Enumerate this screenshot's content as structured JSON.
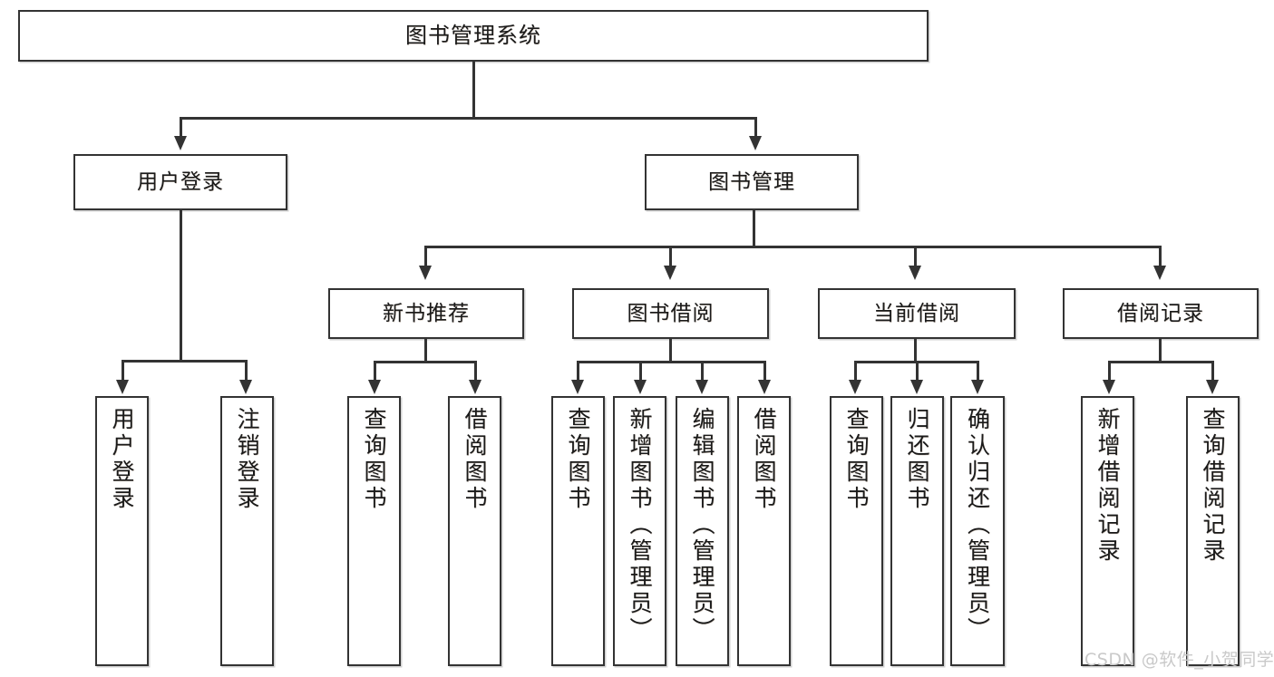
{
  "diagram": {
    "title": "图书管理系统",
    "type": "hierarchy-tree",
    "watermark": "CSDN @软件_小贺同学",
    "root": {
      "label": "图书管理系统"
    },
    "level2": [
      {
        "id": "user-login",
        "label": "用户登录"
      },
      {
        "id": "book-management",
        "label": "图书管理"
      }
    ],
    "level3": [
      {
        "id": "new-book-recommend",
        "label": "新书推荐",
        "parent": "book-management"
      },
      {
        "id": "book-borrow",
        "label": "图书借阅",
        "parent": "book-management"
      },
      {
        "id": "current-borrow",
        "label": "当前借阅",
        "parent": "book-management"
      },
      {
        "id": "borrow-record",
        "label": "借阅记录",
        "parent": "book-management"
      }
    ],
    "leaves": {
      "user_login": [
        {
          "id": "leaf-user-login",
          "label": "用户登录"
        },
        {
          "id": "leaf-logout-login",
          "label": "注销登录"
        }
      ],
      "new_book_recommend": [
        {
          "id": "leaf-query-book-1",
          "label": "查询图书"
        },
        {
          "id": "leaf-borrow-book-1",
          "label": "借阅图书"
        }
      ],
      "book_borrow": [
        {
          "id": "leaf-query-book-2",
          "label": "查询图书"
        },
        {
          "id": "leaf-add-book",
          "label": "新增图书（管理员）"
        },
        {
          "id": "leaf-edit-book",
          "label": "编辑图书（管理员）"
        },
        {
          "id": "leaf-borrow-book-2",
          "label": "借阅图书"
        }
      ],
      "current_borrow": [
        {
          "id": "leaf-query-book-3",
          "label": "查询图书"
        },
        {
          "id": "leaf-return-book",
          "label": "归还图书"
        },
        {
          "id": "leaf-confirm-return",
          "label": "确认归还（管理员）"
        }
      ],
      "borrow_record": [
        {
          "id": "leaf-add-record",
          "label": "新增借阅记录"
        },
        {
          "id": "leaf-query-record",
          "label": "查询借阅记录"
        }
      ]
    },
    "colors": {
      "stroke": "#333333",
      "fill": "#ffffff",
      "text": "#1a1a1a",
      "watermark": "#c9c9c9"
    }
  }
}
